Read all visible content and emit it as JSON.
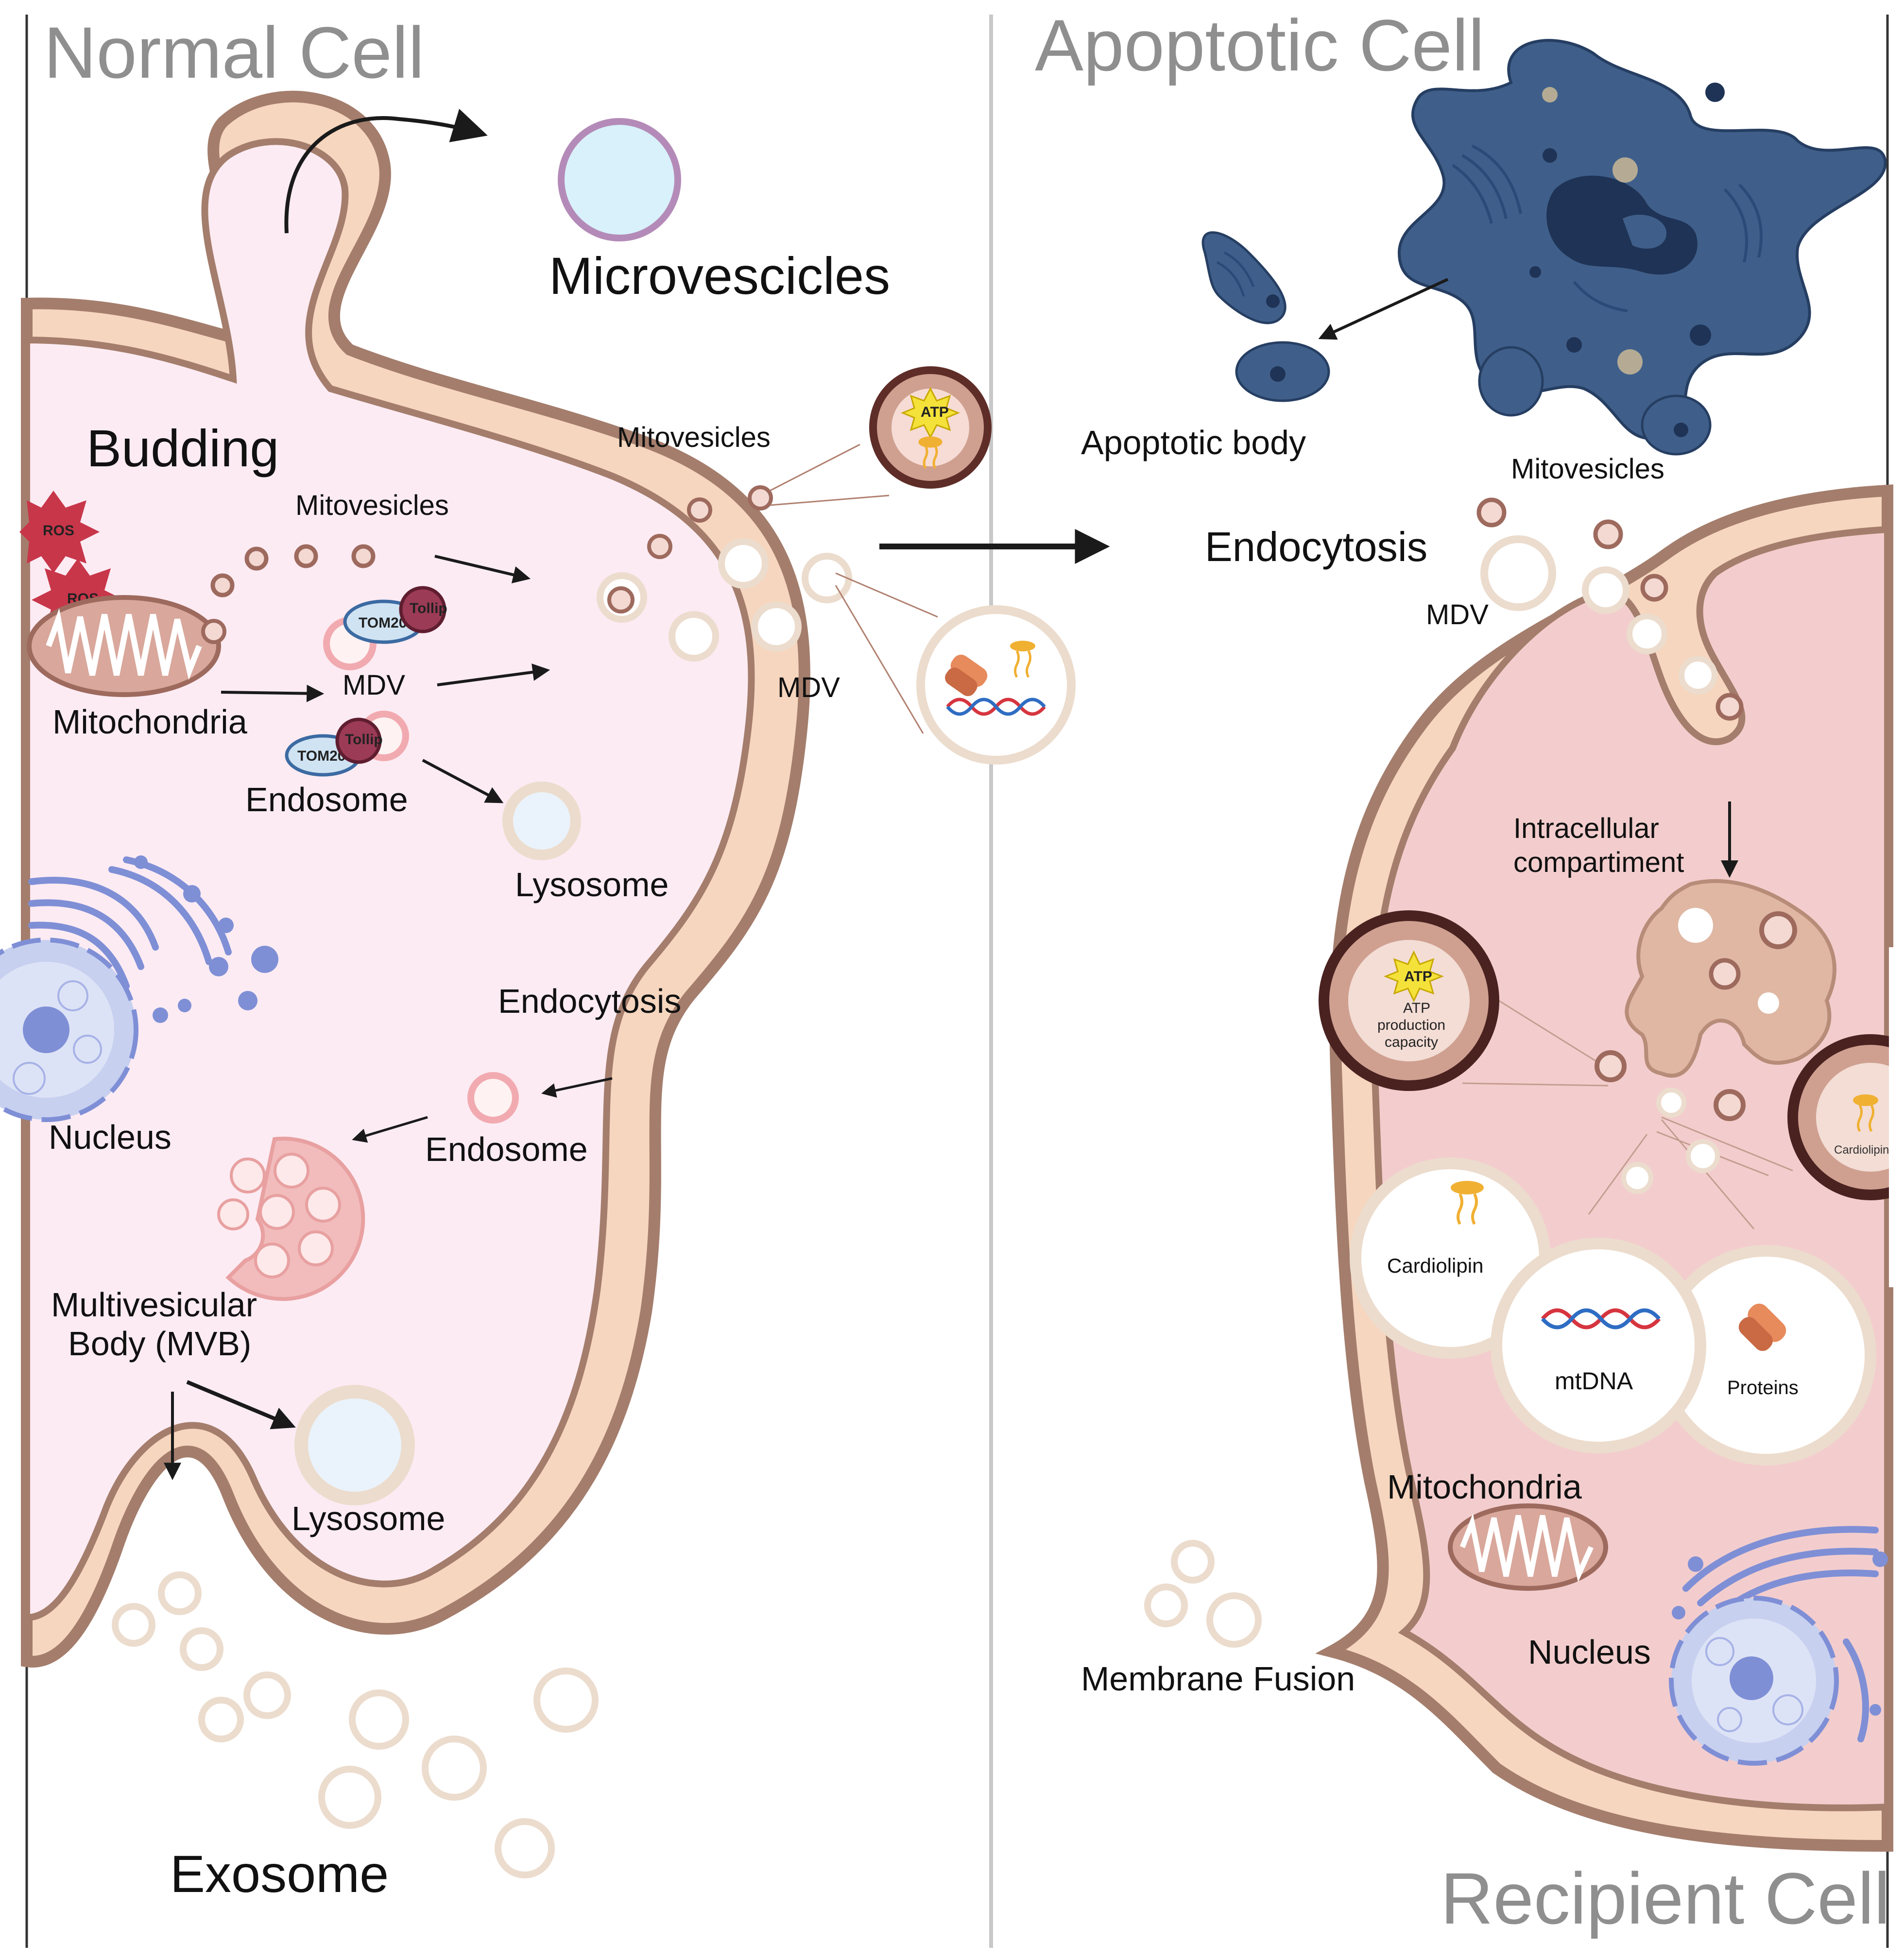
{
  "panels": {
    "normal_title": "Normal Cell",
    "apoptotic_title": "Apoptotic Cell",
    "recipient_title": "Recipient Cell"
  },
  "left": {
    "microvesicles": "Microvescicles",
    "budding": "Budding",
    "mitovesicles_a": "Mitovesicles",
    "mitovesicles_b": "Mitovesicles",
    "mdv_a": "MDV",
    "mdv_b": "MDV",
    "mitochondria": "Mitochondria",
    "endosome_a": "Endosome",
    "lysosome_a": "Lysosome",
    "endocytosis": "Endocytosis",
    "endosome_b": "Endosome",
    "nucleus": "Nucleus",
    "mvb_line1": "Multivesicular",
    "mvb_line2": "Body (MVB)",
    "lysosome_b": "Lysosome",
    "exosome": "Exosome",
    "ros_1": "ROS",
    "ros_2": "ROS",
    "tom_1": "TOM20",
    "tom_2": "TOM20",
    "tollip_1": "Tollip",
    "tollip_2": "Tollip",
    "atp_small": "ATP"
  },
  "right": {
    "apoptotic_body": "Apoptotic body",
    "endocytosis": "Endocytosis",
    "mitovesicles": "Mitovesicles",
    "mdv": "MDV",
    "intracellular_line1": "Intracellular",
    "intracellular_line2": "compartiment",
    "atp_badge": "ATP",
    "atp_line1": "ATP",
    "atp_line2": "production",
    "atp_line3": "capacity",
    "cardiolipin_edge": "Cardiolipin",
    "cardiolipin": "Cardiolipin",
    "mtdna": "mtDNA",
    "proteins": "Proteins",
    "mitochondria": "Mitochondria",
    "nucleus": "Nucleus",
    "membrane_fusion": "Membrane Fusion"
  },
  "colors": {
    "membrane_dark": "#a47d6c",
    "membrane_fill": "#f6d6be",
    "left_cytoplasm": "#fcebf3",
    "right_cytoplasm": "#f3cdcd",
    "apoptotic_blue": "#3f5f8a",
    "apoptotic_dark": "#1f3356",
    "golgi_blue": "#7f8fd6",
    "mvb_pink": "#f2bcbc",
    "divider": "#c8c8c8",
    "title_gray": "#8f8f8f"
  }
}
